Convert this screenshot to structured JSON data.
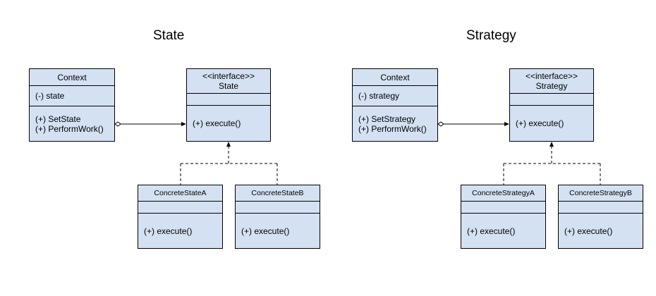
{
  "colors": {
    "box_fill": "#d4e1f3",
    "line": "#000000",
    "background": "#ffffff"
  },
  "state": {
    "title": "State",
    "context": {
      "name": "Context",
      "attribute": "(-) state",
      "methods": [
        "(+) SetState",
        "(+) PerformWork()"
      ]
    },
    "interface": {
      "stereotype": "<<interface>>",
      "name": "State",
      "methods": [
        "(+) execute()"
      ]
    },
    "concrete_a": {
      "name": "ConcreteStateA",
      "methods": [
        "(+) execute()"
      ]
    },
    "concrete_b": {
      "name": "ConcreteStateB",
      "methods": [
        "(+) execute()"
      ]
    }
  },
  "strategy": {
    "title": "Strategy",
    "context": {
      "name": "Context",
      "attribute": "(-) strategy",
      "methods": [
        "(+) SetStrategy",
        "(+) PerformWork()"
      ]
    },
    "interface": {
      "stereotype": "<<interface>>",
      "name": "Strategy",
      "methods": [
        "(+) execute()"
      ]
    },
    "concrete_a": {
      "name": "ConcreteStrategyA",
      "methods": [
        "(+) execute()"
      ]
    },
    "concrete_b": {
      "name": "ConcreteStrategyB",
      "methods": [
        "(+) execute()"
      ]
    }
  }
}
